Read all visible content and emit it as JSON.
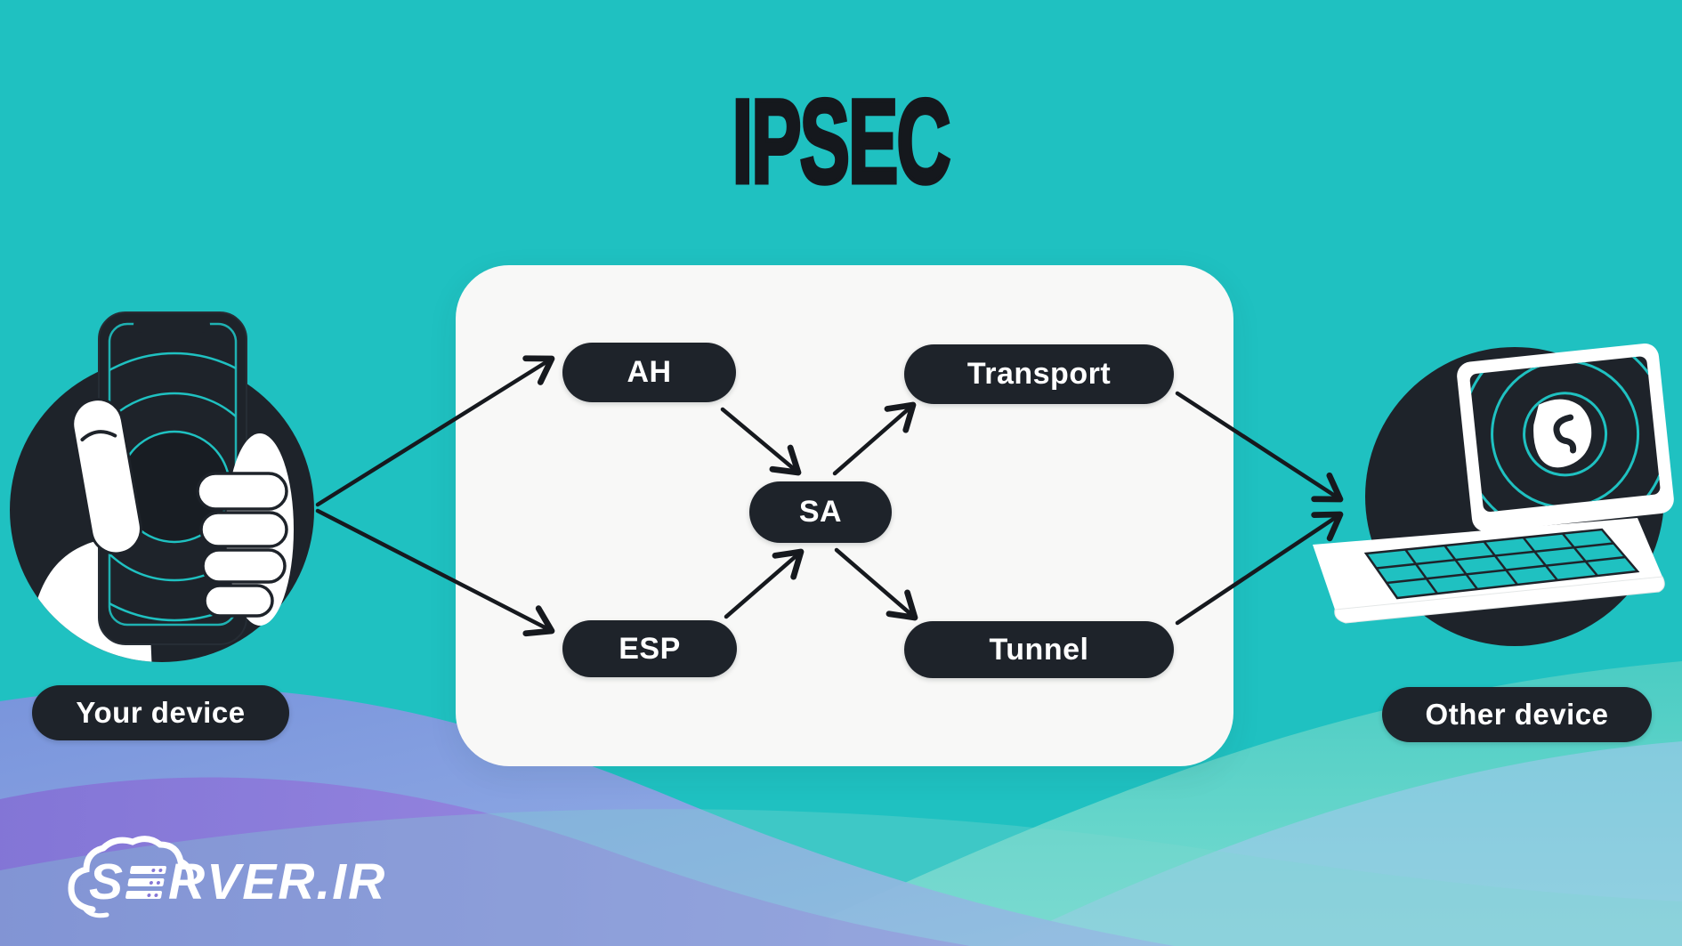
{
  "title": "IPSEC",
  "left_device": {
    "label": "Your device",
    "illustration": "hand-holding-smartphone"
  },
  "right_device": {
    "label": "Other device",
    "illustration": "laptop-with-shield-logo"
  },
  "protocol_panel": {
    "nodes": [
      {
        "id": "ah",
        "label": "AH"
      },
      {
        "id": "transport",
        "label": "Transport"
      },
      {
        "id": "sa",
        "label": "SA"
      },
      {
        "id": "esp",
        "label": "ESP"
      },
      {
        "id": "tunnel",
        "label": "Tunnel"
      }
    ],
    "edges": [
      {
        "from": "your-device",
        "to": "ah"
      },
      {
        "from": "your-device",
        "to": "esp"
      },
      {
        "from": "ah",
        "to": "sa"
      },
      {
        "from": "esp",
        "to": "sa"
      },
      {
        "from": "sa",
        "to": "transport"
      },
      {
        "from": "sa",
        "to": "tunnel"
      },
      {
        "from": "transport",
        "to": "other-device"
      },
      {
        "from": "tunnel",
        "to": "other-device"
      }
    ]
  },
  "branding": {
    "logo_start": "S",
    "logo_end": "RVER.IR",
    "logo_full": "SERVER.IR"
  },
  "colors": {
    "teal": "#1FC1C1",
    "ink": "#1E232A",
    "ink-deep": "#15181D",
    "panel": "#F8F8F7",
    "node-text": "#FFFFFF",
    "arrow": "#16191E",
    "wave-periwinkle": "#7E92DD",
    "wave-periwinkle-light": "#9FB2EA",
    "wave-purple": "#8677D7",
    "wave-purple-light": "#A08EE4",
    "wave-seafoam": "#56CFC4",
    "wave-seafoam-light": "#8FE3D4",
    "wave-lightblue": "#A9C6F0",
    "logo-white": "#FFFFFF"
  }
}
